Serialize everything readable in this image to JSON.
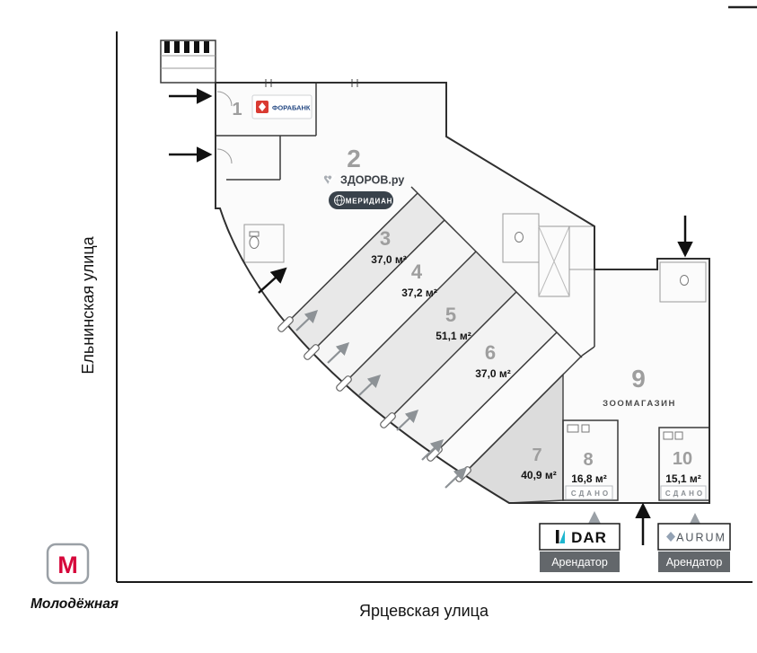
{
  "streets": {
    "vertical": "Ельнинская улица",
    "horizontal": "Ярцевская улица"
  },
  "metro": {
    "station": "Молодёжная",
    "symbol": "М",
    "color": "#d6083b"
  },
  "units": [
    {
      "number": "1",
      "tenant": "ФОРАБАНК"
    },
    {
      "number": "2",
      "tenant1": "ЗДОРОВ.ру",
      "tenant2": "МЕРИДИАН"
    },
    {
      "number": "3",
      "area": "37,0 м²"
    },
    {
      "number": "4",
      "area": "37,2 м²"
    },
    {
      "number": "5",
      "area": "51,1 м²"
    },
    {
      "number": "6",
      "area": "37,0 м²"
    },
    {
      "number": "7",
      "area": "40,9 м²"
    },
    {
      "number": "8",
      "area": "16,8 м²",
      "status": "СДАНО"
    },
    {
      "number": "9",
      "category": "ЗООМАГАЗИН"
    },
    {
      "number": "10",
      "area": "15,1 м²",
      "status": "СДАНО"
    }
  ],
  "badges": [
    {
      "logo": "DAR",
      "label": "Арендатор"
    },
    {
      "logo": "AURUM",
      "label": "Арендатор"
    }
  ],
  "colors": {
    "unit_number": "#9e9e9e",
    "shaded_unit": "#e8e8e8",
    "badge_bg": "#63676b",
    "metro_red": "#d6083b",
    "accent_teal": "#1fb6cf"
  }
}
